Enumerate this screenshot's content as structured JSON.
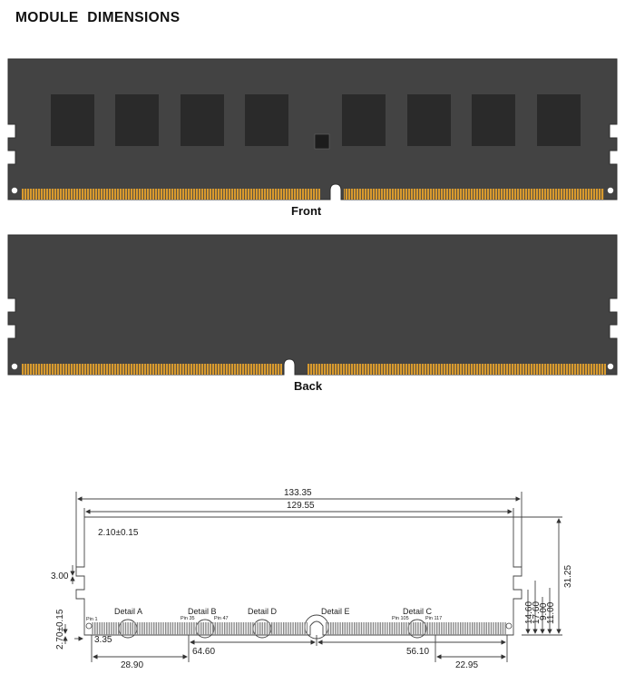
{
  "title": "MODULE  DIMENSIONS",
  "views": {
    "front_label": "Front",
    "back_label": "Back"
  },
  "colors": {
    "pcb": "#434343",
    "chip": "#2a2a2a",
    "contact": "#d89a2e",
    "drawing_line": "#444444"
  },
  "drawing": {
    "overall_width": "133.35",
    "pin_span": "129.55",
    "hole_offset": "2.10±0.15",
    "notch_height": "3.00",
    "contact_thickness": "2.70±0.15",
    "edge_offset": "3.35",
    "key_offset": "28.90",
    "left_segment": "64.60",
    "right_segment": "56.10",
    "right_tab_offset": "22.95",
    "height_total": "31.25",
    "height_1": "14.60",
    "height_2": "17.60",
    "height_3": "9.00",
    "height_4": "11.00",
    "details": {
      "a": "Detail A",
      "b": "Detail B",
      "d": "Detail D",
      "e": "Detail E",
      "c": "Detail C"
    },
    "pins": {
      "pin1": "Pin 1",
      "pin35": "Pin 35",
      "pin47": "Pin 47",
      "pin105": "Pin 105",
      "pin117": "Pin 117"
    }
  }
}
